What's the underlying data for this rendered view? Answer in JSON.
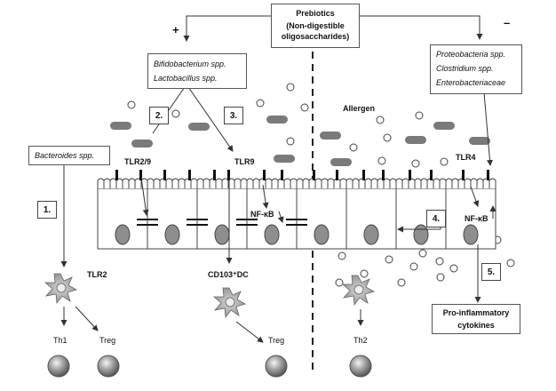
{
  "prebiotics": {
    "title": "Prebiotics",
    "subtitle_line1": "(Non-digestible",
    "subtitle_line2": "oligosaccharides)"
  },
  "signs": {
    "plus": "+",
    "minus": "–"
  },
  "beneficial_box": {
    "line1": "Bifidobacterium spp.",
    "line2": "Lactobacillus spp."
  },
  "pathogen_box": {
    "line1": "Proteobacteria spp.",
    "line2": "Clostridium spp.",
    "line3": "Enterobacteriaceae"
  },
  "bacteroides_box": {
    "line1": "Bacteroides spp."
  },
  "steps": {
    "s1": "1.",
    "s2": "2.",
    "s3": "3.",
    "s4": "4.",
    "s5": "5."
  },
  "receptors": {
    "tlr29": "TLR2/9",
    "tlr9": "TLR9",
    "tlr4": "TLR4",
    "tlr2": "TLR2"
  },
  "labels": {
    "allergen": "Allergen",
    "nfkb1": "NF-κB",
    "nfkb2": "NF-κB",
    "dc": "CD103⁺DC"
  },
  "output_box": {
    "line1": "Pro-inflammatory",
    "line2": "cytokines"
  },
  "cells": {
    "th1": "Th1",
    "treg1": "Treg",
    "treg2": "Treg",
    "th2": "Th2"
  },
  "colors": {
    "bacteria": "#7a7a7a",
    "outline": "#444444",
    "dc": "#9a9a9a",
    "lymph": "#a0a0a0"
  }
}
